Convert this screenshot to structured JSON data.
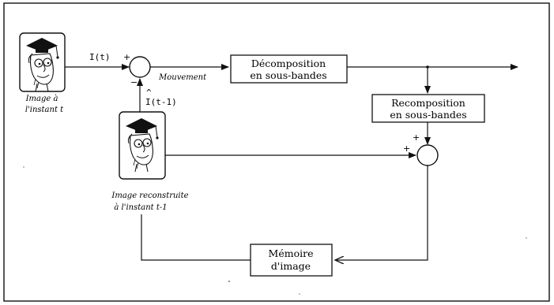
{
  "diagram": {
    "blocks": {
      "decomposition": {
        "line1": "Décomposition",
        "line2": "en sous-bandes"
      },
      "recomposition": {
        "line1": "Recomposition",
        "line2": "en sous-bandes"
      },
      "memoire": {
        "line1": "Mémoire",
        "line2": "d'image"
      }
    },
    "signals": {
      "input": "I(t)",
      "prediction": "I(t-1)",
      "mouvement": "Mouvement"
    },
    "signs": {
      "sub_plus": "+",
      "sub_minus": "−",
      "add_plus_top": "+",
      "add_plus_left": "+"
    },
    "captions": {
      "image_t_line1": "Image à",
      "image_t_line2": "l'instant t",
      "image_rec_line1": "Image reconstruite",
      "image_rec_line2": "à l'instant t-1"
    },
    "icons": {
      "image_t": "professor-face-icon",
      "image_rec": "professor-face-icon"
    }
  }
}
